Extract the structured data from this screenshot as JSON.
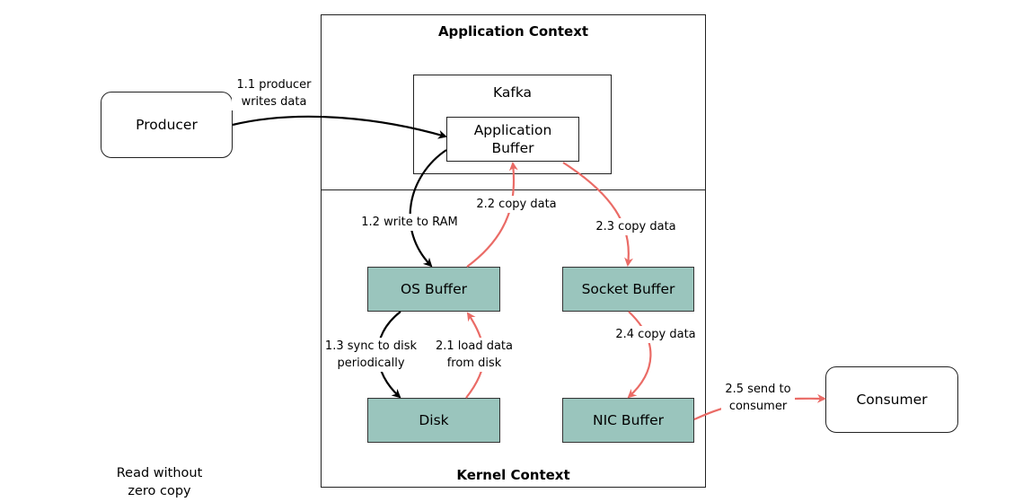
{
  "diagram": {
    "caption": "Read without\nzero copy",
    "contexts": {
      "application": "Application Context",
      "kernel": "Kernel Context"
    },
    "nodes": {
      "producer": "Producer",
      "consumer": "Consumer",
      "kafka": "Kafka",
      "application_buffer_line1": "Application",
      "application_buffer_line2": "Buffer",
      "os_buffer": "OS Buffer",
      "disk": "Disk",
      "socket_buffer": "Socket Buffer",
      "nic_buffer": "NIC Buffer"
    },
    "edges": [
      {
        "id": "1.1",
        "from": "producer",
        "to": "application_buffer",
        "label_line1": "1.1 producer",
        "label_line2": "writes data",
        "color": "#000000"
      },
      {
        "id": "1.2",
        "from": "application_buffer",
        "to": "os_buffer",
        "label_line1": "1.2 write to RAM",
        "label_line2": "",
        "color": "#000000"
      },
      {
        "id": "1.3",
        "from": "os_buffer",
        "to": "disk",
        "label_line1": "1.3 sync to disk",
        "label_line2": "periodically",
        "color": "#000000"
      },
      {
        "id": "2.1",
        "from": "disk",
        "to": "os_buffer",
        "label_line1": "2.1 load data",
        "label_line2": "from disk",
        "color": "#ea6b66"
      },
      {
        "id": "2.2",
        "from": "os_buffer",
        "to": "application_buffer",
        "label_line1": "2.2 copy data",
        "label_line2": "",
        "color": "#ea6b66"
      },
      {
        "id": "2.3",
        "from": "application_buffer",
        "to": "socket_buffer",
        "label_line1": "2.3 copy data",
        "label_line2": "",
        "color": "#ea6b66"
      },
      {
        "id": "2.4",
        "from": "socket_buffer",
        "to": "nic_buffer",
        "label_line1": "2.4 copy data",
        "label_line2": "",
        "color": "#ea6b66"
      },
      {
        "id": "2.5",
        "from": "nic_buffer",
        "to": "consumer",
        "label_line1": "2.5 send to",
        "label_line2": "consumer",
        "color": "#ea6b66"
      }
    ],
    "colors": {
      "kernel_node_fill": "#9ac5bd",
      "read_path": "#ea6b66",
      "write_path": "#000000"
    }
  }
}
